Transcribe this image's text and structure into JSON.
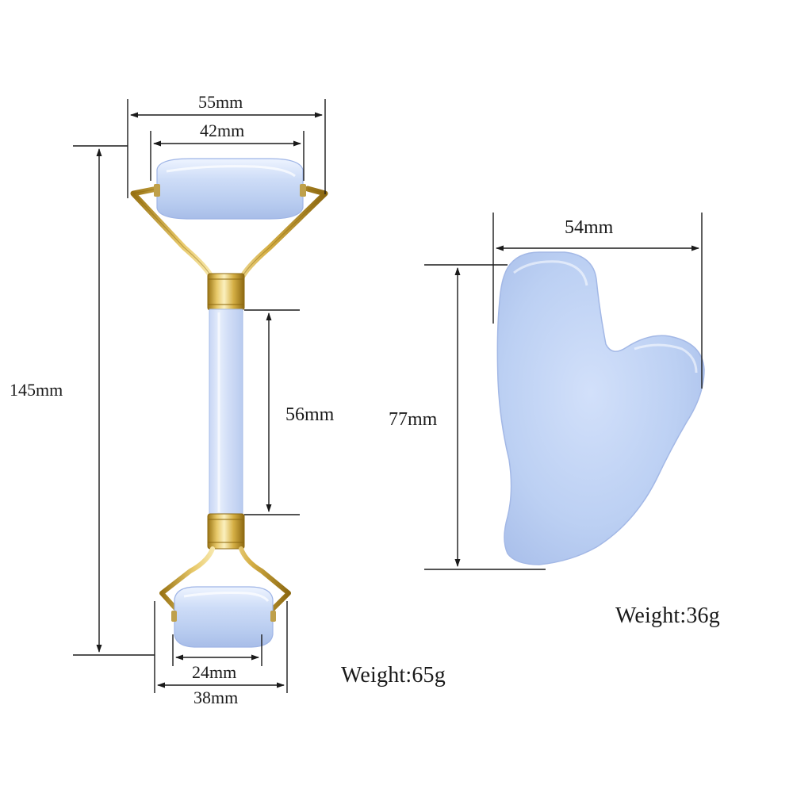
{
  "roller": {
    "total_width": "55mm",
    "large_stone_width": "42mm",
    "total_length": "145mm",
    "handle_length": "56mm",
    "small_stone_width": "24mm",
    "small_frame_width": "38mm",
    "weight": "Weight:65g"
  },
  "gua_sha": {
    "width": "54mm",
    "height": "77mm",
    "weight": "Weight:36g"
  },
  "colors": {
    "stone_light": "#dfe9fb",
    "stone_mid": "#bfd2f3",
    "stone_dark": "#9fb5e6",
    "gold_light": "#f6e7a2",
    "gold_mid": "#d6b046",
    "gold_dark": "#9a7414",
    "line": "#1a1a1a"
  }
}
